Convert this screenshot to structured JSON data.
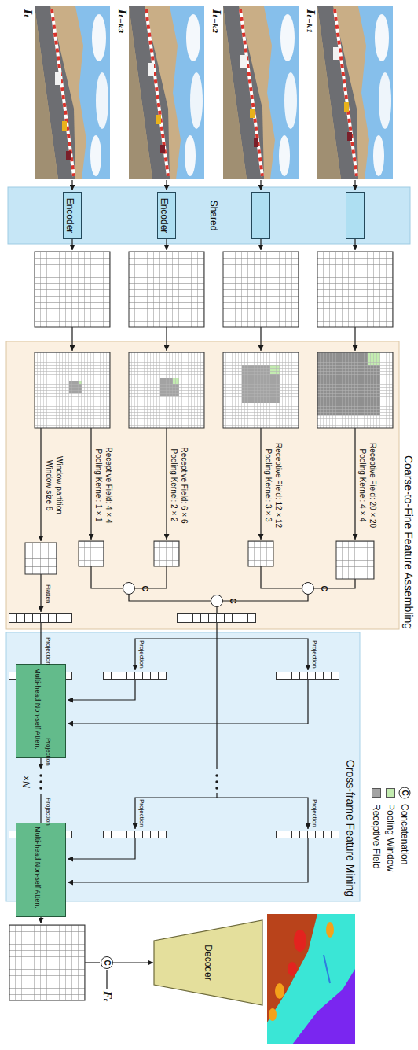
{
  "diagram": {
    "nodes": [
      {
        "text": [
          "Shared"
        ]
      },
      {
        "text": [
          "Encoder"
        ],
        "in": 0
      },
      {
        "text": [
          "Encoder"
        ],
        "in": 0
      },
      {
        "text": [
          "Encoder"
        ],
        "in": 0
      },
      {
        "text": [
          "Encoder"
        ],
        "in": 0
      },
      {
        "text": [
          "Coarse-to-Fine Feature Assembling"
        ]
      },
      {
        "text": [
          "C"
        ],
        "in": 5
      },
      {
        "text": [
          "C"
        ],
        "in": 5
      },
      {
        "text": [
          "C"
        ],
        "in": 5
      },
      {
        "text": [
          "Cross-frame Feature Mining"
        ]
      },
      {
        "text": [
          "Multi-head Non-self Atten."
        ],
        "in": 9
      },
      {
        "text": [
          "Multi-head Non-self Atten."
        ],
        "in": 9
      },
      {
        "text": [
          "C"
        ]
      },
      {
        "text": [
          "Decoder"
        ]
      }
    ],
    "edges": [
      {
        "from": 6,
        "to": 7,
        "arrow": "none"
      },
      {
        "from": 8,
        "to": 7,
        "arrow": "none"
      },
      {
        "from": 12,
        "to": 13,
        "arrow": "to"
      }
    ],
    "labels": [
      "Iₜ₋ₖ₁",
      "Iₜ₋ₖ₂",
      "Iₜ₋ₖ₃",
      "Iₜ",
      "Receptive Field: 20 × 20",
      "Pooling Kernel: 4 × 4",
      "Receptive Field: 12 × 12",
      "Pooling Kernel: 3 × 3",
      "Receptive Field: 6 × 6",
      "Pooling Kernel: 2 × 2",
      "Receptive Field: 4 × 4",
      "Pooling Kernel: 1 × 1",
      "Window partition",
      "Window size 8",
      "Flatten",
      "Projection",
      "Projection",
      "Projection",
      "Projection",
      "Projection",
      "Projection",
      "Projection",
      "×N",
      "Fₜ",
      "C"
    ],
    "legend": [
      {
        "text": "Concatenation"
      },
      {
        "text": "Pooling Window",
        "color": "#c3ecb0"
      },
      {
        "text": "Receptive Field",
        "color": "#a3a3a3"
      }
    ]
  }
}
